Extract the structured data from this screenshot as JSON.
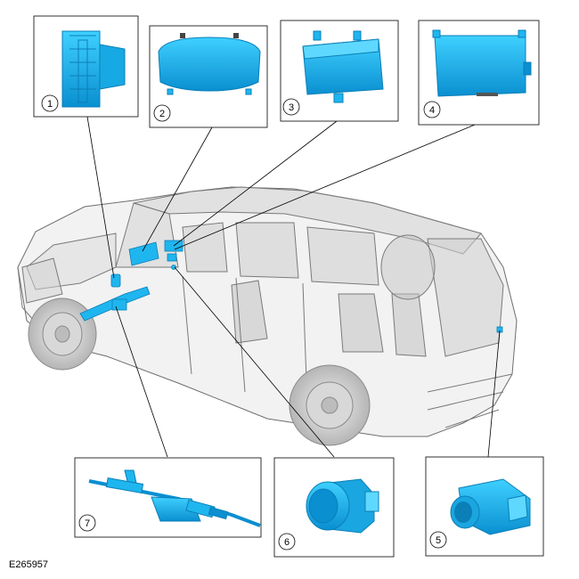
{
  "figure": {
    "id": "E265957"
  },
  "callouts": [
    {
      "number": "1",
      "icon": "module-connector-block-icon"
    },
    {
      "number": "2",
      "icon": "instrument-cluster-icon"
    },
    {
      "number": "3",
      "icon": "control-module-icon"
    },
    {
      "number": "4",
      "icon": "flat-control-module-icon"
    },
    {
      "number": "5",
      "icon": "rear-camera-icon"
    },
    {
      "number": "6",
      "icon": "parking-sensor-icon"
    },
    {
      "number": "7",
      "icon": "steering-gear-icon"
    }
  ],
  "colors": {
    "component": "#1fb6ef",
    "component_dark": "#0a7fb8",
    "vehicle_line": "#6e6e6e",
    "vehicle_fill": "#e4e4e4",
    "leader": "#000000"
  }
}
